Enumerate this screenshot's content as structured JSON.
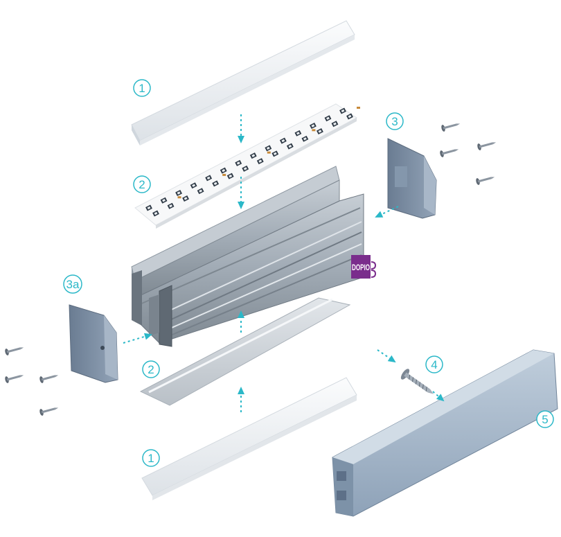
{
  "colors": {
    "accent": "#2bb8c8",
    "aluminium": "#a9b3bd",
    "aluminium_dark": "#6e7882",
    "diffuser": "#eef1f4",
    "end_cap": "#7d8fa5",
    "cover_profile": "#9fb2c7",
    "badge": "#7a2d8c"
  },
  "callouts": {
    "c1_top": "1",
    "c2_top": "2",
    "c3": "3",
    "c3a": "3a",
    "c2_bottom": "2",
    "c4": "4",
    "c1_bottom": "1",
    "c5": "5"
  },
  "badge": {
    "text": "DOPIO"
  },
  "icons": [
    "flow-arrow-icon",
    "screw-icon",
    "led-chip-icon"
  ]
}
